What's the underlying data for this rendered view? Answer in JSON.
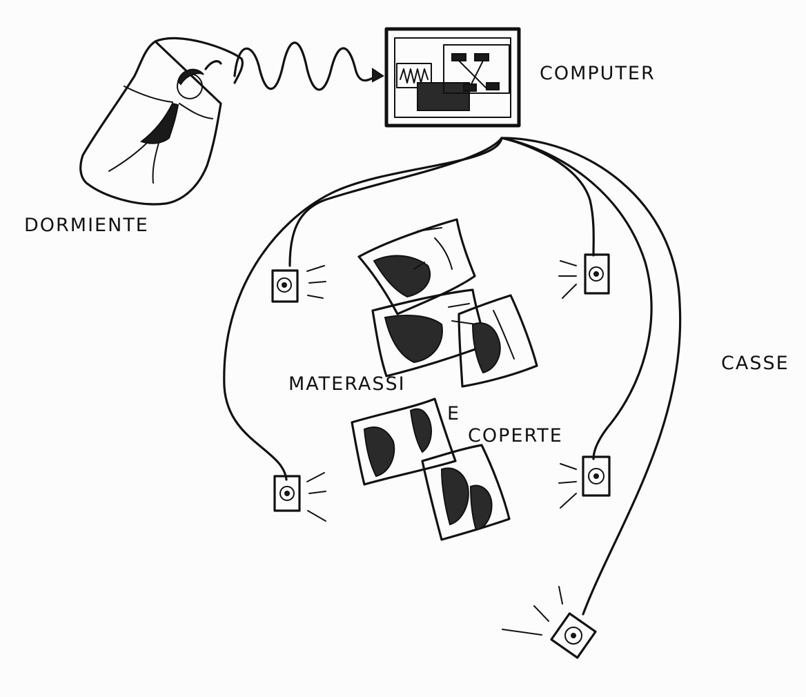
{
  "labels": {
    "computer": "COMPUTER",
    "sleeper": "DORMIENTE",
    "speakers": "CASSE",
    "mattresses": "MATERASSI",
    "and": "E",
    "blankets": "COPERTE"
  },
  "colors": {
    "ink": "#111111",
    "paper": "#fcfcfc"
  }
}
